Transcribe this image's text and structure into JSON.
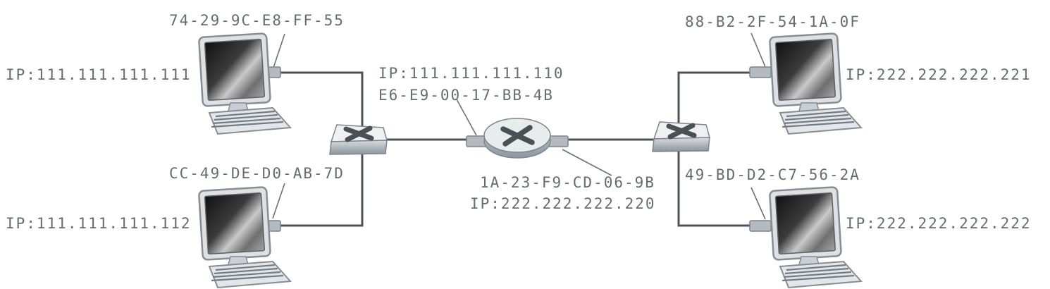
{
  "diagram": {
    "description": "Two Ethernet LANs with host computers and switches interconnected by a router",
    "colors": {
      "label_text": "#676c70",
      "cable": "#4d5257",
      "device_accent": "#4a5056",
      "device_body": "#e9eced"
    },
    "hosts": [
      {
        "name": "host-top-left",
        "mac": "74-29-9C-E8-FF-55",
        "ip": "IP:111.111.111.111"
      },
      {
        "name": "host-bottom-left",
        "mac": "CC-49-DE-D0-AB-7D",
        "ip": "IP:111.111.111.112"
      },
      {
        "name": "host-top-right",
        "mac": "88-B2-2F-54-1A-0F",
        "ip": "IP:222.222.222.221"
      },
      {
        "name": "host-bottom-right",
        "mac": "49-BD-D2-C7-56-2A",
        "ip": "IP:222.222.222.222"
      }
    ],
    "router": {
      "left_interface": {
        "ip": "IP:111.111.111.110",
        "mac": "E6-E9-00-17-BB-4B"
      },
      "right_interface": {
        "mac": "1A-23-F9-CD-06-9B",
        "ip": "IP:222.222.222.220"
      }
    }
  }
}
